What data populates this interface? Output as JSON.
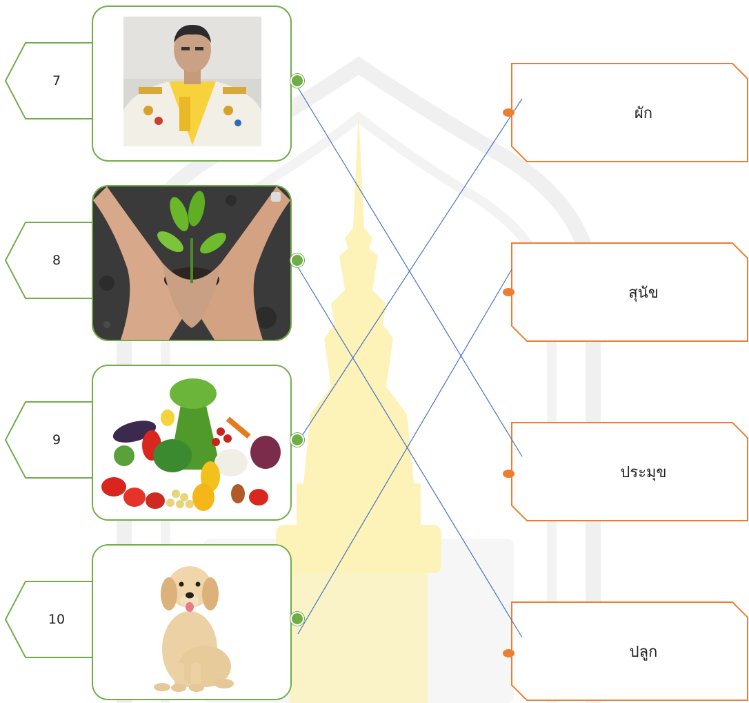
{
  "colors": {
    "left_accent": "#70ad47",
    "right_accent": "#ed7d31",
    "connector_line": "#4472c4",
    "watermark_gold": "#fbeea0",
    "watermark_gray": "#eeeeee"
  },
  "items": [
    {
      "number": "7",
      "picture": "portrait-icon"
    },
    {
      "number": "8",
      "picture": "hands-planting-seedling-icon"
    },
    {
      "number": "9",
      "picture": "vegetables-icon"
    },
    {
      "number": "10",
      "picture": "dog-icon"
    }
  ],
  "words": [
    {
      "label": "ผัก"
    },
    {
      "label": "สุนัข"
    },
    {
      "label": "ประมุข"
    },
    {
      "label": "ปลูก"
    }
  ],
  "matches": [
    {
      "from_number": "7",
      "to_word": "ประมุข"
    },
    {
      "from_number": "8",
      "to_word": "ปลูก"
    },
    {
      "from_number": "9",
      "to_word": "ผัก"
    },
    {
      "from_number": "10",
      "to_word": "สุนัข"
    }
  ]
}
